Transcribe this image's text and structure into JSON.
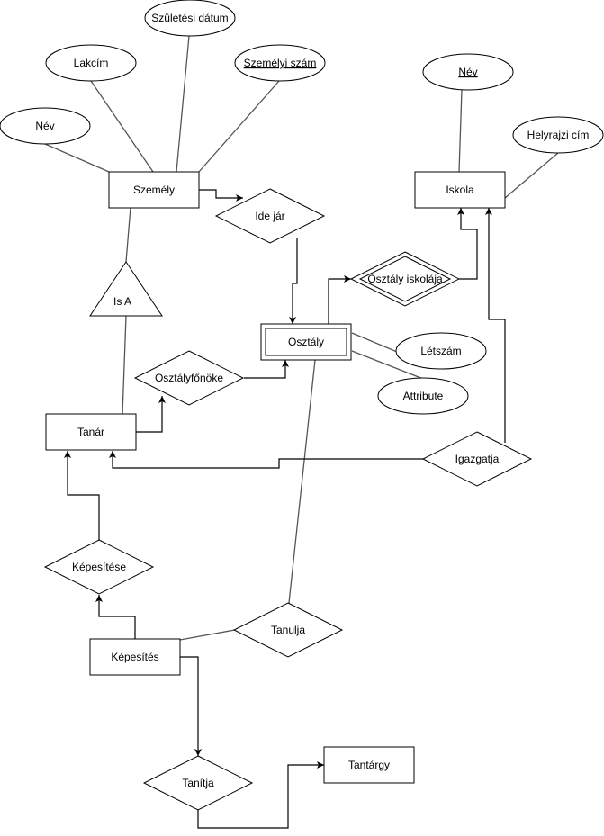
{
  "diagram_type": "ER diagram",
  "entities": {
    "szemely": "Személy",
    "iskola": "Iskola",
    "osztaly": "Osztály",
    "tanar": "Tanár",
    "kepesites": "Képesítés",
    "tantargy": "Tantárgy"
  },
  "attributes": {
    "nev_szemely": "Név",
    "lakcim": "Lakcím",
    "szuletesi_datum": "Születési dátum",
    "szemelyi_szam": "Személyi szám",
    "nev_iskola": "Név",
    "helyrajzi_cim": "Helyrajzi cím",
    "letszam": "Létszám",
    "attribute": "Attribute"
  },
  "key_attributes": [
    "Személyi szám",
    "Név (Iskola)"
  ],
  "relationships": {
    "ide_jar": "Ide jár",
    "osztaly_iskolaja": "Osztály iskolája",
    "osztalyfonoke": "Osztályfőnöke",
    "igazgatja": "Igazgatja",
    "kepesitese": "Képesítése",
    "tanulja": "Tanulja",
    "tanitja": "Tanítja"
  },
  "isa": "Is A"
}
